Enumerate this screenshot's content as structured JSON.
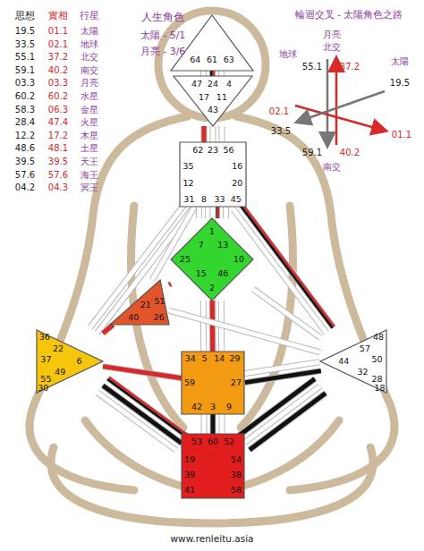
{
  "diagram": {
    "nodes": [
      {
        "text": [
          "64",
          "61",
          "63"
        ]
      },
      {
        "text": [
          "47",
          "24",
          "4",
          "17",
          "11",
          "43"
        ]
      },
      {
        "text": [
          "62",
          "23",
          "56",
          "35",
          "16",
          "12",
          "20",
          "31",
          "8",
          "33",
          "45"
        ]
      },
      {
        "text": [
          "1",
          "7",
          "13",
          "10",
          "25",
          "15",
          "46",
          "2"
        ]
      },
      {
        "text": [
          "21",
          "51",
          "26",
          "40"
        ]
      },
      {
        "text": [
          "36",
          "22",
          "6",
          "37",
          "49",
          "55",
          "30"
        ]
      },
      {
        "text": [
          "48",
          "57",
          "44",
          "50",
          "32",
          "28",
          "18"
        ]
      },
      {
        "text": [
          "34",
          "5",
          "14",
          "29",
          "59",
          "27",
          "42",
          "3",
          "9"
        ]
      },
      {
        "text": [
          "53",
          "60",
          "52",
          "19",
          "39",
          "41",
          "54",
          "38",
          "58"
        ]
      }
    ],
    "edges": [
      {
        "from": 0,
        "to": 1,
        "arrow": "none"
      },
      {
        "from": 0,
        "to": 1,
        "arrow": "none"
      },
      {
        "from": 0,
        "to": 1,
        "arrow": "none"
      },
      {
        "from": 1,
        "to": 2,
        "arrow": "none"
      },
      {
        "from": 1,
        "to": 2,
        "arrow": "none"
      },
      {
        "from": 1,
        "to": 2,
        "arrow": "none"
      },
      {
        "from": 2,
        "to": 3,
        "arrow": "none"
      },
      {
        "from": 2,
        "to": 3,
        "arrow": "none"
      },
      {
        "from": 2,
        "to": 3,
        "arrow": "none"
      },
      {
        "from": 2,
        "to": 3,
        "arrow": "none"
      },
      {
        "from": 2,
        "to": 5,
        "arrow": "none"
      },
      {
        "from": 2,
        "to": 5,
        "arrow": "none"
      },
      {
        "from": 2,
        "to": 6,
        "arrow": "none"
      },
      {
        "from": 2,
        "to": 6,
        "arrow": "none"
      },
      {
        "from": 2,
        "to": 7,
        "arrow": "none"
      },
      {
        "from": 2,
        "to": 4,
        "arrow": "none"
      },
      {
        "from": 3,
        "to": 4,
        "arrow": "none"
      },
      {
        "from": 3,
        "to": 7,
        "arrow": "none"
      },
      {
        "from": 3,
        "to": 7,
        "arrow": "none"
      },
      {
        "from": 3,
        "to": 7,
        "arrow": "none"
      },
      {
        "from": 3,
        "to": 6,
        "arrow": "none"
      },
      {
        "from": 4,
        "to": 5,
        "arrow": "none"
      },
      {
        "from": 4,
        "to": 6,
        "arrow": "none"
      },
      {
        "from": 5,
        "to": 7,
        "arrow": "none"
      },
      {
        "from": 5,
        "to": 8,
        "arrow": "none"
      },
      {
        "from": 5,
        "to": 8,
        "arrow": "none"
      },
      {
        "from": 5,
        "to": 8,
        "arrow": "none"
      },
      {
        "from": 6,
        "to": 7,
        "arrow": "none"
      },
      {
        "from": 6,
        "to": 7,
        "arrow": "none"
      },
      {
        "from": 6,
        "to": 8,
        "arrow": "none"
      },
      {
        "from": 6,
        "to": 8,
        "arrow": "none"
      },
      {
        "from": 6,
        "to": 8,
        "arrow": "none"
      },
      {
        "from": 7,
        "to": 8,
        "arrow": "none"
      },
      {
        "from": 7,
        "to": 8,
        "arrow": "none"
      },
      {
        "from": 7,
        "to": 8,
        "arrow": "none"
      }
    ],
    "labels": [
      "人生角色",
      "太陽 - 5/1",
      "月亮 - 3/6",
      "輪迴交叉 - 太陽角色之路",
      "月亮",
      "北交",
      "地球",
      "太陽",
      "37.2",
      "55.1",
      "19.5",
      "02.1",
      "01.1",
      "33.5",
      "40.2",
      "59.1",
      "南交",
      "思想",
      "實相",
      "行星",
      "19.5",
      "01.1",
      "太陽",
      "33.5",
      "02.1",
      "地球",
      "55.1",
      "37.2",
      "北交",
      "59.1",
      "40.2",
      "南交",
      "03.3",
      "03.3",
      "月亮",
      "60.2",
      "60.2",
      "水星",
      "58.3",
      "06.3",
      "金星",
      "28.4",
      "47.4",
      "火星",
      "12.2",
      "17.2",
      "木星",
      "48.6",
      "48.1",
      "土星",
      "39.5",
      "39.5",
      "天王",
      "57.6",
      "57.6",
      "海王",
      "04.2",
      "04.3",
      "冥王",
      "www.renleitu.asia"
    ]
  }
}
